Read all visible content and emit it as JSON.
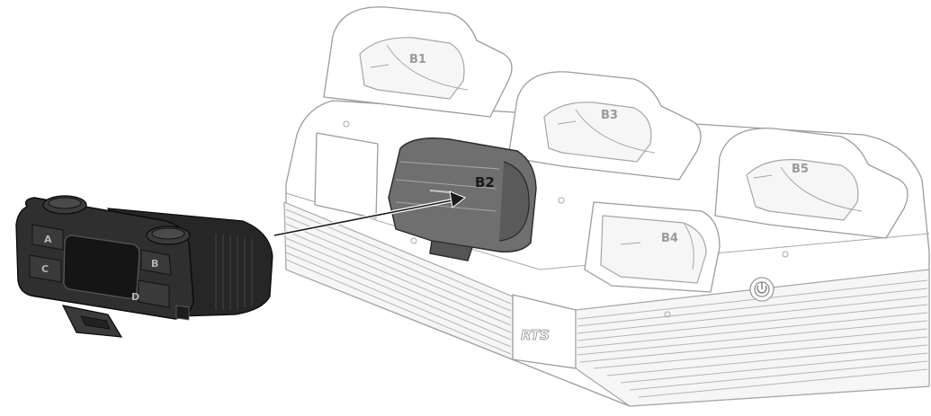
{
  "charger": {
    "slots": [
      {
        "id": "b1",
        "label": "B1"
      },
      {
        "id": "b2",
        "label": "B2"
      },
      {
        "id": "b3",
        "label": "B3"
      },
      {
        "id": "b4",
        "label": "B4"
      },
      {
        "id": "b5",
        "label": "B5"
      }
    ],
    "brand": "RTS",
    "power_icon": "power-icon"
  },
  "beltpack": {
    "keys": [
      {
        "id": "a",
        "label": "A"
      },
      {
        "id": "b",
        "label": "B"
      },
      {
        "id": "c",
        "label": "C"
      },
      {
        "id": "d",
        "label": "D"
      }
    ]
  },
  "colors": {
    "outline": "#9c9c9c",
    "highlight_fill": "#6e6e6e",
    "device_body": "#2b2b2b"
  }
}
